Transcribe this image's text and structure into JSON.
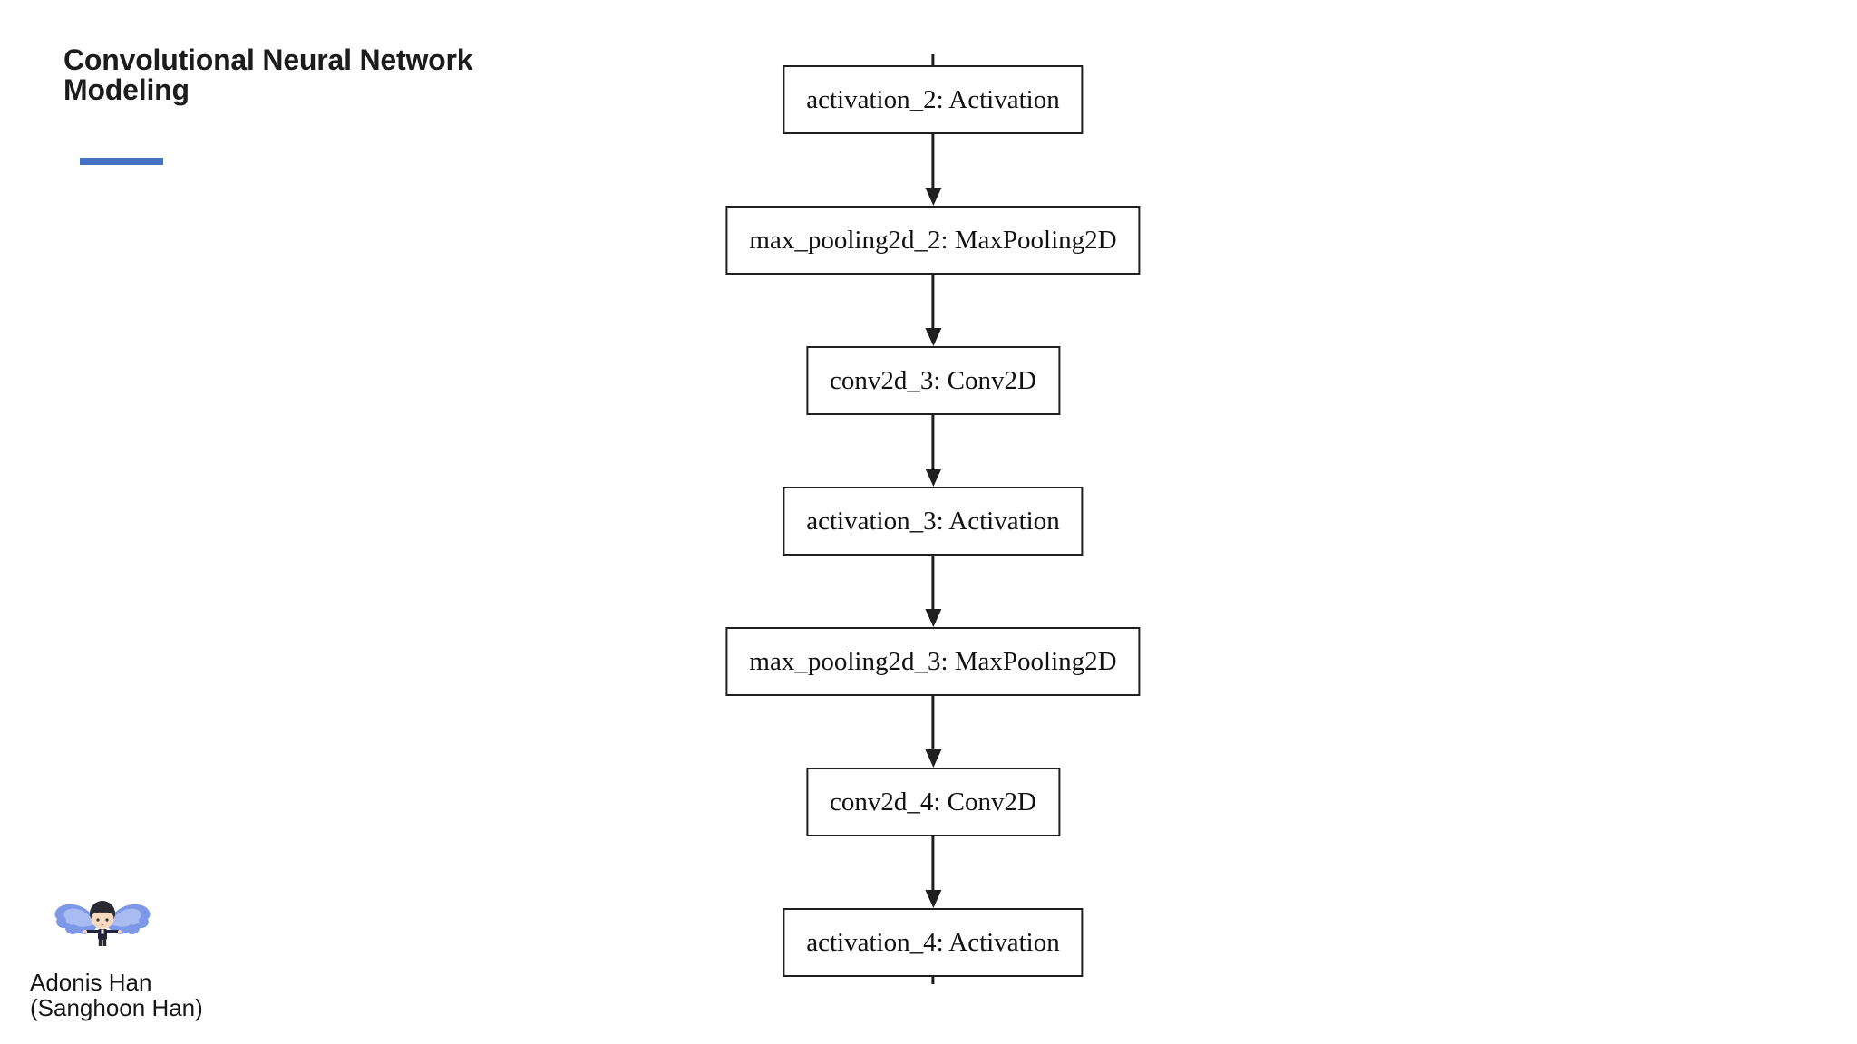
{
  "slide": {
    "title": "Convolutional Neural Network\nModeling",
    "accent_color": "#4472C4"
  },
  "diagram": {
    "type": "flowchart",
    "direction": "top-down",
    "nodes": [
      {
        "label": "activation_2: Activation"
      },
      {
        "label": "max_pooling2d_2: MaxPooling2D"
      },
      {
        "label": "conv2d_3: Conv2D"
      },
      {
        "label": "activation_3: Activation"
      },
      {
        "label": "max_pooling2d_3: MaxPooling2D"
      },
      {
        "label": "conv2d_4: Conv2D"
      },
      {
        "label": "activation_4: Activation"
      }
    ]
  },
  "author": {
    "name": "Adonis Han",
    "alt_name": "(Sanghoon Han)",
    "avatar_icon": "winged-chibi-character-icon"
  }
}
